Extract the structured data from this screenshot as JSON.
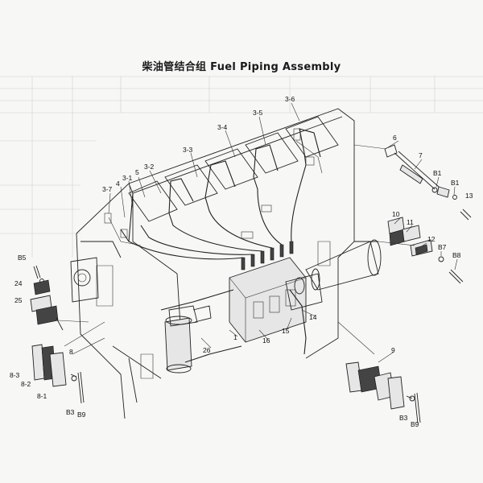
{
  "title": "柴油管结合组 Fuel Piping Assembly",
  "callouts": [
    {
      "id": "c-3-6",
      "text": "3-6"
    },
    {
      "id": "c-3-5",
      "text": "3-5"
    },
    {
      "id": "c-3-4",
      "text": "3-4"
    },
    {
      "id": "c-3-3",
      "text": "3-3"
    },
    {
      "id": "c-3-2",
      "text": "3-2"
    },
    {
      "id": "c-5",
      "text": "5"
    },
    {
      "id": "c-3-1",
      "text": "3-1"
    },
    {
      "id": "c-4",
      "text": "4"
    },
    {
      "id": "c-3-7",
      "text": "3-7"
    },
    {
      "id": "c-6",
      "text": "6"
    },
    {
      "id": "c-7",
      "text": "7"
    },
    {
      "id": "c-b1a",
      "text": "B1"
    },
    {
      "id": "c-b1b",
      "text": "B1"
    },
    {
      "id": "c-13",
      "text": "13"
    },
    {
      "id": "c-10",
      "text": "10"
    },
    {
      "id": "c-11",
      "text": "11"
    },
    {
      "id": "c-12",
      "text": "12"
    },
    {
      "id": "c-b7",
      "text": "B7"
    },
    {
      "id": "c-b8",
      "text": "B8"
    },
    {
      "id": "c-b5",
      "text": "B5"
    },
    {
      "id": "c-24",
      "text": "24"
    },
    {
      "id": "c-25",
      "text": "25"
    },
    {
      "id": "c-14",
      "text": "14"
    },
    {
      "id": "c-15",
      "text": "15"
    },
    {
      "id": "c-16",
      "text": "16"
    },
    {
      "id": "c-1",
      "text": "1"
    },
    {
      "id": "c-26",
      "text": "26"
    },
    {
      "id": "c-8",
      "text": "8"
    },
    {
      "id": "c-8-3",
      "text": "8-3"
    },
    {
      "id": "c-8-2",
      "text": "8-2"
    },
    {
      "id": "c-8-1",
      "text": "8-1"
    },
    {
      "id": "c-b3a",
      "text": "B3"
    },
    {
      "id": "c-b9a",
      "text": "B9"
    },
    {
      "id": "c-9",
      "text": "9"
    },
    {
      "id": "c-b3b",
      "text": "B3"
    },
    {
      "id": "c-b9b",
      "text": "B9"
    }
  ]
}
